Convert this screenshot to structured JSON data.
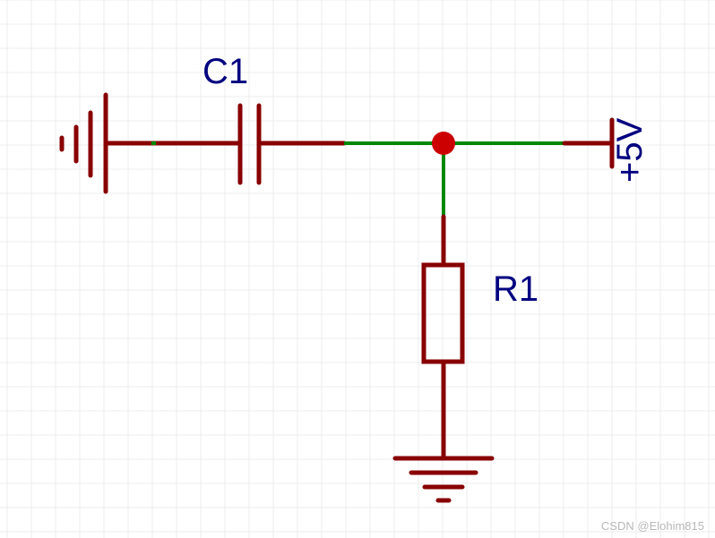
{
  "components": {
    "capacitor": {
      "label": "C1"
    },
    "resistor": {
      "label": "R1"
    },
    "power": {
      "label": "+5V"
    }
  },
  "colors": {
    "wire": "#008800",
    "pin": "#880000",
    "junction": "#cc0000",
    "text": "#000080",
    "grid": "#ececec"
  },
  "watermark": "CSDN @Elohim815"
}
